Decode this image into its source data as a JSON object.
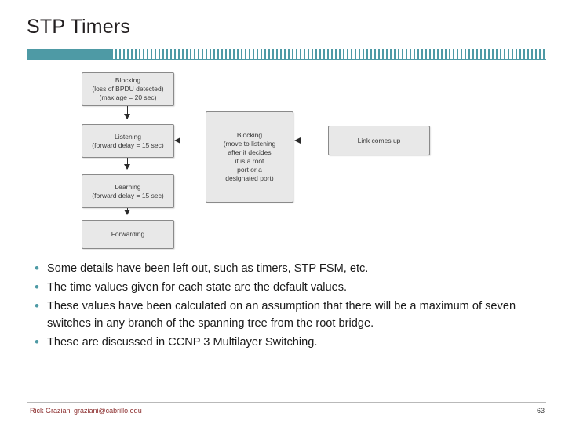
{
  "slide": {
    "title": "STP Timers",
    "accent_color": "#4e9aa5",
    "footer": {
      "credit": "Rick Graziani  graziani@cabrillo.edu",
      "page_number": "63"
    }
  },
  "diagram": {
    "name": "stp-state-transition-diagram",
    "nodes": [
      {
        "id": "blocking",
        "lines": [
          "Blocking",
          "(loss of BPDU detected)",
          "(max age = 20 sec)"
        ]
      },
      {
        "id": "listening",
        "lines": [
          "Listening",
          "(forward delay = 15 sec)"
        ]
      },
      {
        "id": "learning",
        "lines": [
          "Learning",
          "(forward delay = 15 sec)"
        ]
      },
      {
        "id": "forwarding",
        "lines": [
          "Forwarding"
        ]
      },
      {
        "id": "blocking-decision",
        "lines": [
          "Blocking",
          "(move to listening",
          "after it decides",
          "it is a root",
          "port or a",
          "designated port)"
        ]
      },
      {
        "id": "link-up",
        "lines": [
          "Link comes up"
        ]
      }
    ]
  },
  "bullets": [
    {
      "marker": "•",
      "text": "Some details have been left out, such as timers, STP FSM, etc."
    },
    {
      "marker": "•",
      "text": "The time values given for each state are the default values."
    },
    {
      "marker": "•",
      "text": "These values have been calculated on an assumption that there will be a maximum of seven switches in any branch of the spanning tree from the root bridge."
    },
    {
      "marker": "•",
      "text": "These are discussed in CCNP 3 Multilayer Switching."
    }
  ]
}
